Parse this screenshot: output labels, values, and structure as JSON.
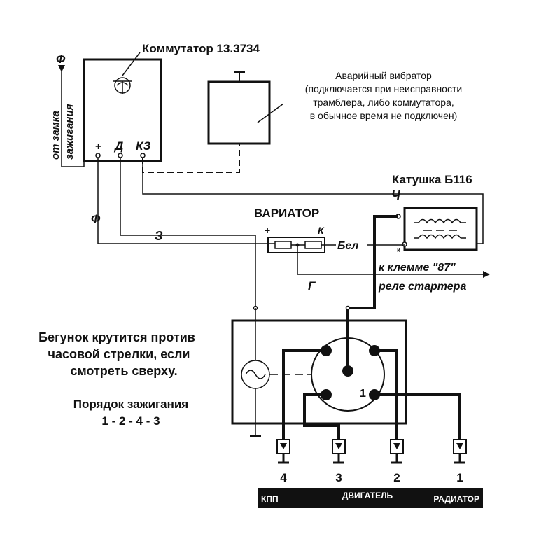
{
  "commutator": {
    "title": "Коммутатор 13.3734",
    "plus": "+",
    "d": "Д",
    "kz": "КЗ"
  },
  "ignition_side": {
    "phi": "Ф",
    "from_lock_1": "от замка",
    "from_lock_2": "зажигания"
  },
  "emergency_vibrator": {
    "line1": "Аварийный вибратор",
    "line2": "(подключается при неисправности",
    "line3": "трамблера, либо коммутатора,",
    "line4": "в обычное время не подключен)"
  },
  "coil": {
    "title": "Катушка Б116",
    "ch": "Ч",
    "k_small": "к"
  },
  "variator": {
    "title": "ВАРИАТОР",
    "plus": "+",
    "k": "К"
  },
  "wires": {
    "phi": "Ф",
    "z": "З",
    "bel": "Бел",
    "g": "Г"
  },
  "relay": {
    "line1": "к клемме \"87\"",
    "line2": "реле стартера"
  },
  "distributor_note": {
    "line1": "Бегунок крутится против",
    "line2": "часовой стрелки, если",
    "line3": "смотреть сверху.",
    "order_title": "Порядок зажигания",
    "order": "1 - 2 - 4 - 3"
  },
  "cap_terminal": "1",
  "plugs": [
    "4",
    "3",
    "2",
    "1"
  ],
  "engine_bar": {
    "left": "КПП",
    "center": "ДВИГАТЕЛЬ",
    "right": "РАДИАТОР"
  },
  "colors": {
    "ink": "#111111",
    "bar": "#111111",
    "bar_text": "#ffffff"
  }
}
